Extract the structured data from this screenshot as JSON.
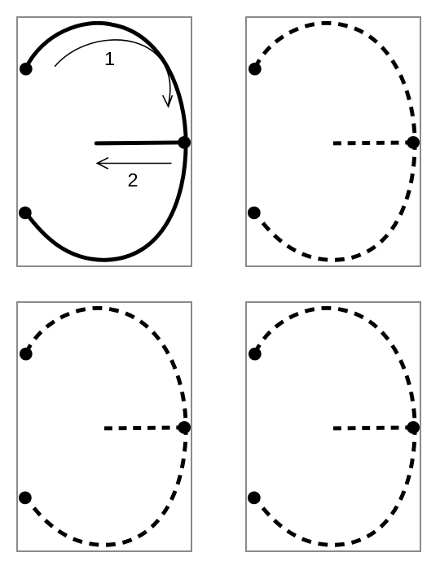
{
  "stroke_color": "#000000",
  "border_color": "#8a8a8a",
  "panels": [
    {
      "style": "solid",
      "arrows": true
    },
    {
      "style": "dashed",
      "arrows": false
    },
    {
      "style": "dashed",
      "arrows": false
    },
    {
      "style": "dashed",
      "arrows": false
    }
  ],
  "arrows": {
    "step1_label": "1",
    "step2_label": "2"
  }
}
